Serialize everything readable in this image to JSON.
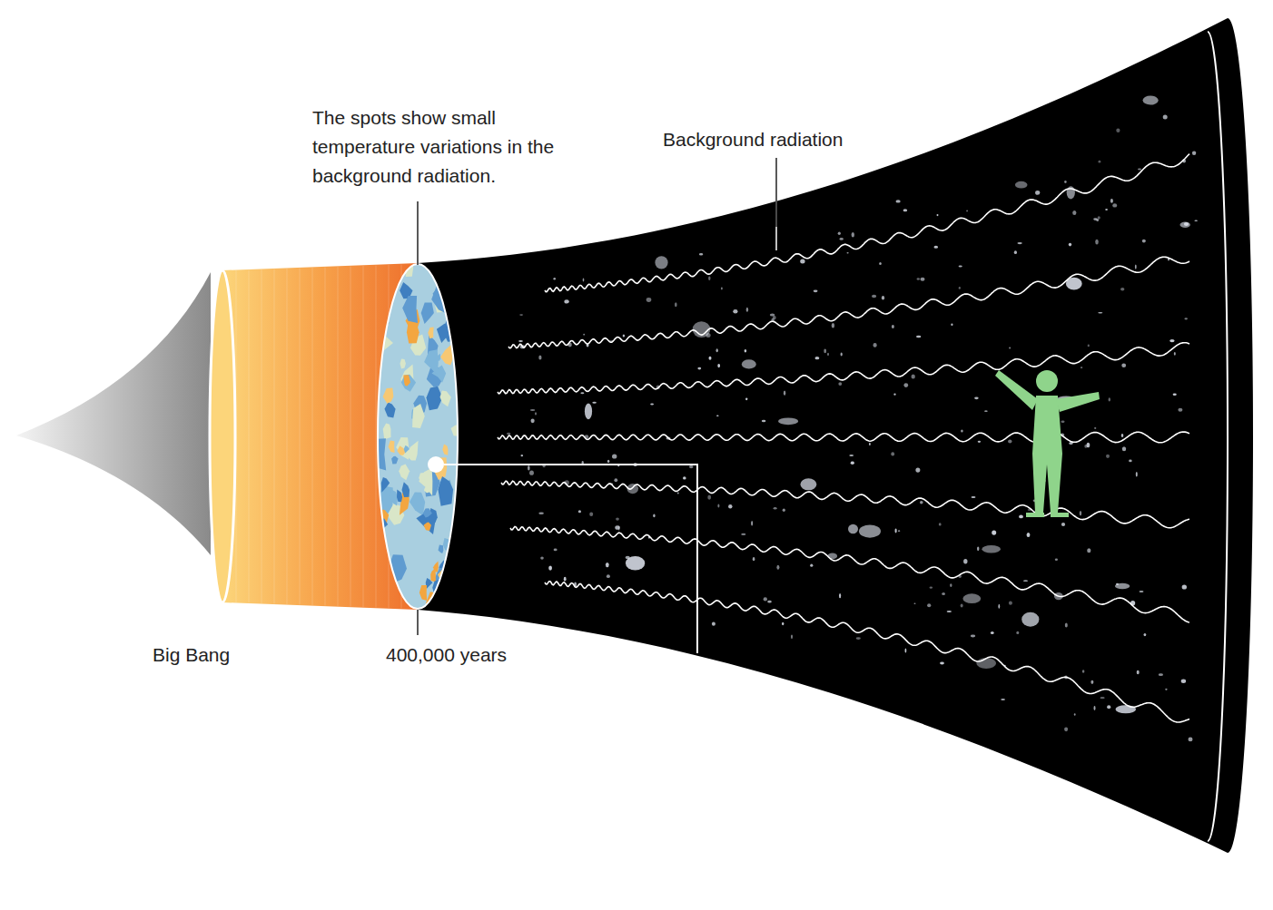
{
  "diagram": {
    "labels": [
      "The spots show small temperature variations in the background radiation.",
      "Background radiation",
      "Big Bang",
      "400,000 years"
    ]
  }
}
